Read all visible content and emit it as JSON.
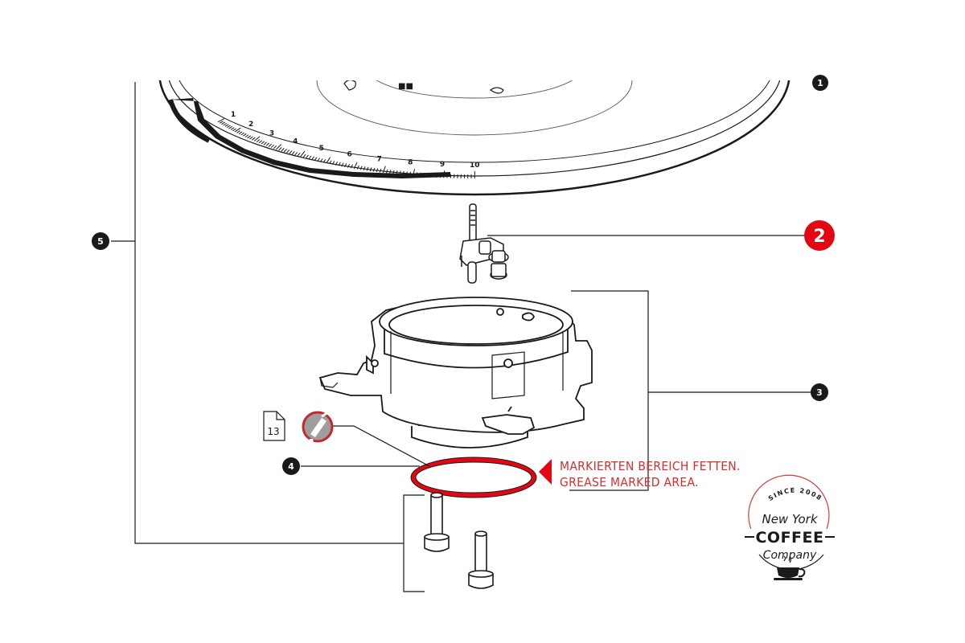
{
  "callouts": [
    {
      "label": "1",
      "color": "#1a1a1a",
      "highlighted": false
    },
    {
      "label": "2",
      "color": "#e30613",
      "highlighted": true
    },
    {
      "label": "3",
      "color": "#1a1a1a",
      "highlighted": false
    },
    {
      "label": "4",
      "color": "#1a1a1a",
      "highlighted": false
    },
    {
      "label": "5",
      "color": "#1a1a1a",
      "highlighted": false
    }
  ],
  "page_ref": {
    "label": "13",
    "icon": "document-page-icon"
  },
  "grease_icon": {
    "icon": "grease-brush-icon",
    "color": "#c62828"
  },
  "note": {
    "line_de": "MARKIERTEN BEREICH FETTEN.",
    "line_en": "GREASE MARKED AREA.",
    "color": "#d32f2f"
  },
  "dial_scale": {
    "tick_labels": [
      "1",
      "2",
      "3",
      "4",
      "5",
      "6",
      "7",
      "8",
      "9",
      "10"
    ]
  },
  "logo": {
    "since": "SINCE 2008",
    "line1": "New York",
    "line2": "COFFEE",
    "line3": "Company",
    "icon": "coffee-cup-icon"
  },
  "colors": {
    "line": "#1a1a1a",
    "accent": "#e30613",
    "seal": "#d33a3a"
  }
}
